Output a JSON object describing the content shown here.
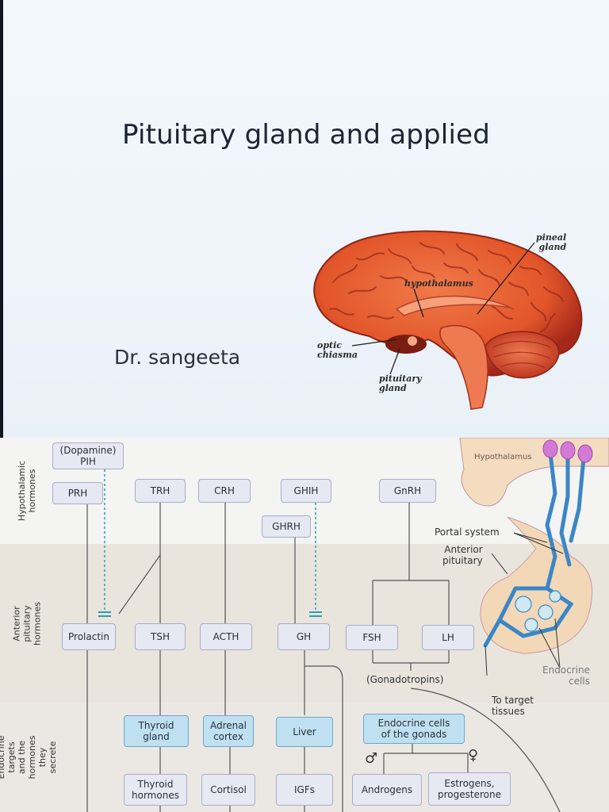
{
  "slide": {
    "title": "Pituitary gland and applied",
    "author": "Dr. sangeeta",
    "brain_labels": {
      "pineal_line1": "pineal",
      "pineal_line2": "gland",
      "hypothalamus": "hypothalamus",
      "optic_line1": "optic",
      "optic_line2": "chiasma",
      "pituitary_line1": "pituitary",
      "pituitary_line2": "gland"
    }
  },
  "diagram": {
    "row_labels": {
      "hypothalamic": "Hypothalamic hormones",
      "anterior": "Anterior pituitary hormones",
      "targets": "Endocrine targets and the hormones they secrete"
    },
    "hypothalamic": {
      "pih_line1": "(Dopamine)",
      "pih_line2": "PIH",
      "prh": "PRH",
      "trh": "TRH",
      "crh": "CRH",
      "ghih": "GHIH",
      "ghrh": "GHRH",
      "gnrh": "GnRH"
    },
    "anterior": {
      "prolactin": "Prolactin",
      "tsh": "TSH",
      "acth": "ACTH",
      "gh": "GH",
      "fsh": "FSH",
      "lh": "LH",
      "gonadotropins": "(Gonadotropins)"
    },
    "targets": {
      "thyroid_gland_line1": "Thyroid",
      "thyroid_gland_line2": "gland",
      "adrenal_line1": "Adrenal",
      "adrenal_line2": "cortex",
      "liver": "Liver",
      "gonads_line1": "Endocrine cells",
      "gonads_line2": "of the gonads",
      "male_symbol": "♂",
      "female_symbol": "♀",
      "thyroid_hormones_line1": "Thyroid",
      "thyroid_hormones_line2": "hormones",
      "cortisol": "Cortisol",
      "igfs": "IGFs",
      "androgens": "Androgens",
      "estrogens_line1": "Estrogens,",
      "estrogens_line2": "progesterone"
    },
    "anatomy": {
      "hypothalamus": "Hypothalamus",
      "portal_system": "Portal system",
      "anterior_line1": "Anterior",
      "anterior_line2": "pituitary",
      "endocrine_line1": "Endocrine",
      "endocrine_line2": "cells",
      "target_line1": "To target",
      "target_line2": "tissues"
    }
  }
}
